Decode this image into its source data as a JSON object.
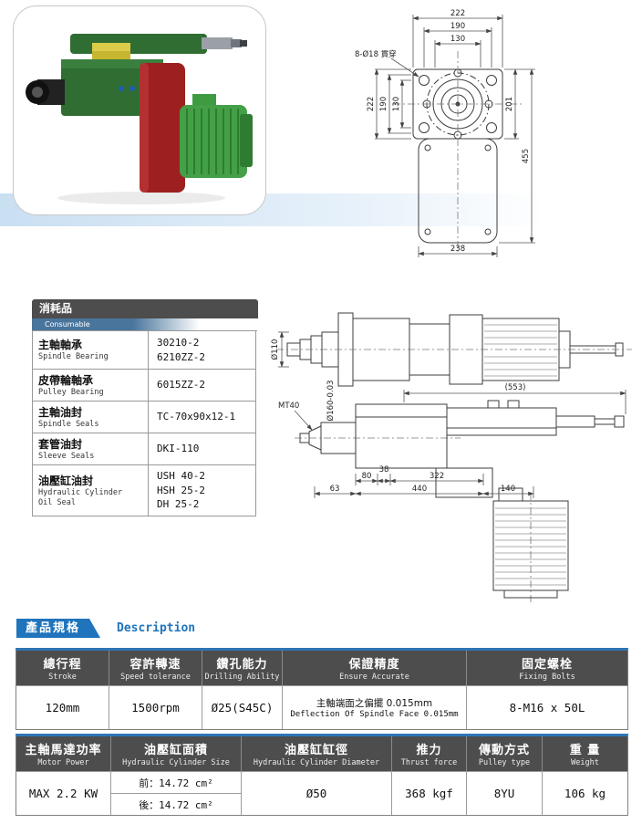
{
  "colors": {
    "accent_blue": "#1f74bc",
    "header_gray": "#4d4d4d"
  },
  "consumable": {
    "title": "消耗品",
    "subtitle": "Consumable",
    "rows": [
      {
        "zh": "主軸軸承",
        "en": "Spindle Bearing",
        "value": "30210-2\n6210ZZ-2"
      },
      {
        "zh": "皮帶輪軸承",
        "en": "Pulley Bearing",
        "value": "6015ZZ-2"
      },
      {
        "zh": "主軸油封",
        "en": "Spindle Seals",
        "value": "TC-70x90x12-1"
      },
      {
        "zh": "套管油封",
        "en": "Sleeve Seals",
        "value": "DKI-110"
      },
      {
        "zh": "油壓缸油封",
        "en": "Hydraulic Cylinder\nOil Seal",
        "value": "USH 40-2\nHSH 25-2\nDH 25-2"
      }
    ]
  },
  "section_header": {
    "zh": "產品規格",
    "en": "Description"
  },
  "spec1": {
    "headers": [
      {
        "zh": "總行程",
        "en": "Stroke"
      },
      {
        "zh": "容許轉速",
        "en": "Speed tolerance"
      },
      {
        "zh": "鑽孔能力",
        "en": "Drilling Ability"
      },
      {
        "zh": "保證精度",
        "en": "Ensure Accurate"
      },
      {
        "zh": "固定螺栓",
        "en": "Fixing Bolts"
      }
    ],
    "values": {
      "stroke": "120mm",
      "speed_tolerance": "1500rpm",
      "drilling_ability": "Ø25(S45C)",
      "ensure_accurate_zh": "主軸端面之偏擺 0.015mm",
      "ensure_accurate_en": "Deflection Of Spindle Face 0.015mm",
      "fixing_bolts": "8-M16 x 50L"
    }
  },
  "spec2": {
    "headers": [
      {
        "zh": "主軸馬達功率",
        "en": "Motor Power"
      },
      {
        "zh": "油壓缸面積",
        "en": "Hydraulic Cylinder Size"
      },
      {
        "zh": "油壓缸缸徑",
        "en": "Hydraulic Cylinder Diameter"
      },
      {
        "zh": "推力",
        "en": "Thrust force"
      },
      {
        "zh": "傳動方式",
        "en": "Pulley type"
      },
      {
        "zh": "重 量",
        "en": "Weight"
      }
    ],
    "values": {
      "motor_power": "MAX 2.2 KW",
      "cylinder_size_front": "前：14.72 cm²",
      "cylinder_size_rear": "後：14.72 cm²",
      "cylinder_diameter": "Ø50",
      "thrust_force": "368 kgf",
      "pulley_type": "8YU",
      "weight": "106 kg"
    }
  },
  "front_view": {
    "dim_top_outer": "222",
    "dim_top_mid": "190",
    "dim_top_inner": "130",
    "bolt_note": "8-Ø18 貫穿",
    "dim_left_outer": "222",
    "dim_left_mid": "190",
    "dim_left_inner": "130",
    "dim_right_flange": "201",
    "dim_right_total": "455",
    "dim_bottom": "238"
  },
  "side_view": {
    "dim_nose_diameter": "Ø110",
    "dim_overall_length": "(553)",
    "taper_label": "MT40",
    "dim_sleeve_diameter": "Ø160-0.03",
    "dim_80": "80",
    "dim_38": "38",
    "dim_322": "322",
    "dim_63": "63",
    "dim_440": "440",
    "dim_140": "140"
  }
}
